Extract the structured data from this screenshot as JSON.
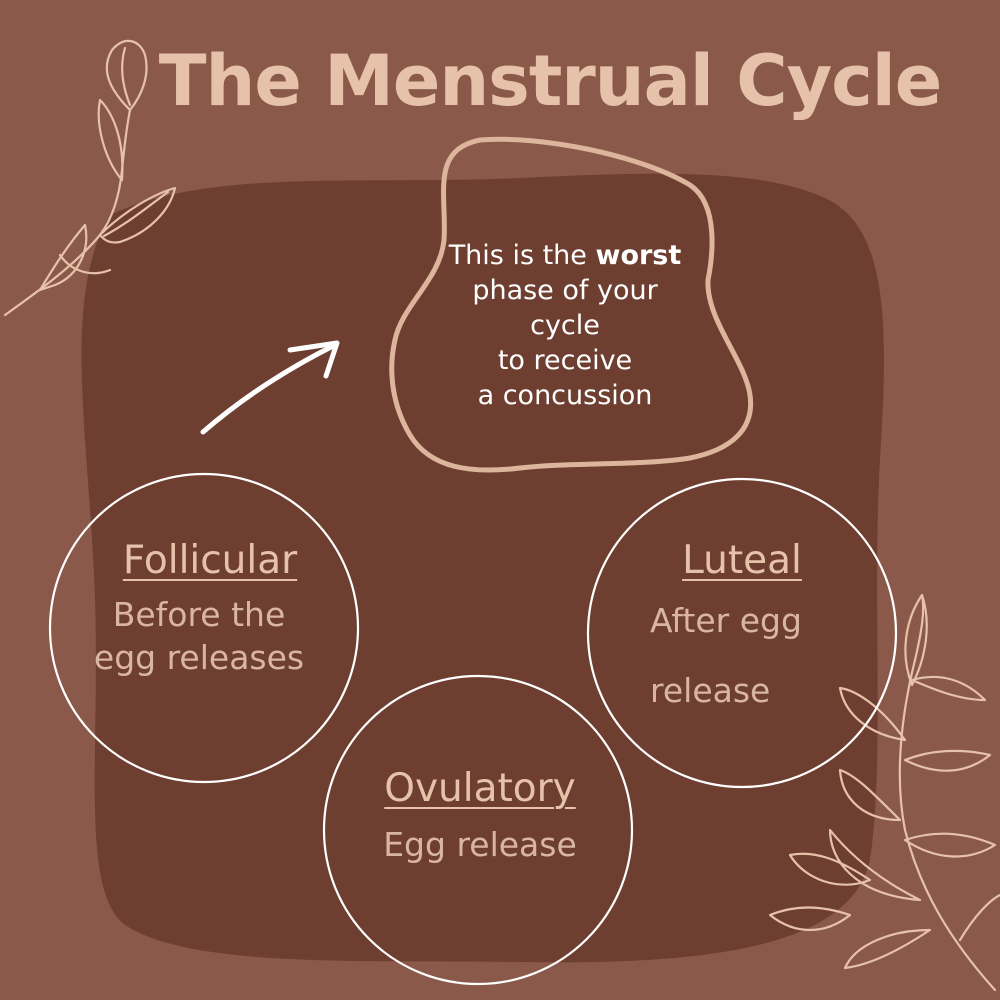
{
  "title": "The Menstrual Cycle",
  "callout": {
    "line1_before": "This is the ",
    "line1_emphasis": "worst",
    "line2": "phase of your",
    "line3": "cycle",
    "line4": "to receive",
    "line5": "a concussion"
  },
  "phases": {
    "follicular": {
      "name": "Follicular",
      "desc_line1": "Before the",
      "desc_line2": "egg releases"
    },
    "ovulatory": {
      "name": "Ovulatory",
      "desc_line1": "Egg release"
    },
    "luteal": {
      "name": "Luteal",
      "desc_line1": "After egg",
      "desc_line2": "release"
    }
  },
  "colors": {
    "background": "#8a5949",
    "blob": "#6e3f31",
    "accent": "#e7c2aa",
    "circle_stroke": "#ffffff"
  },
  "icons": {
    "arrow": "arrow-up-right-icon",
    "leaves": "leaf-sprig-icon"
  }
}
